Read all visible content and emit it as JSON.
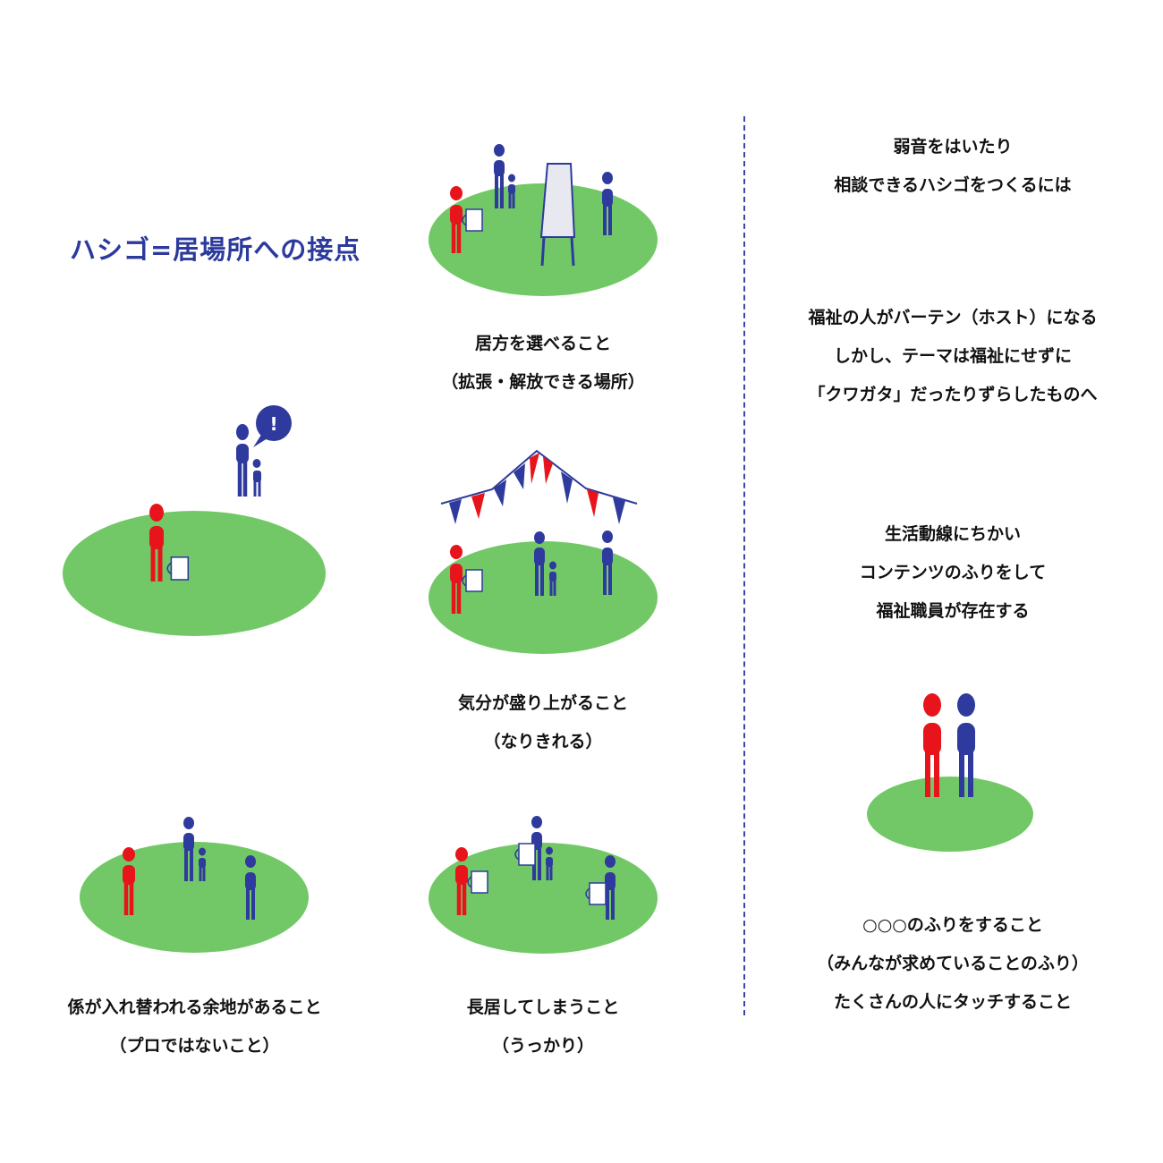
{
  "title": "ハシゴ=居場所への接点",
  "speech_mark": "!",
  "captions": {
    "choose_place": [
      "居方を選べること",
      "（拡張・解放できる場所）"
    ],
    "excitement": [
      "気分が盛り上がること",
      "（なりきれる）"
    ],
    "roles_swap": [
      "係が入れ替われる余地があること",
      "（プロではないこと）"
    ],
    "stay_long": [
      "長居してしまうこと",
      "（うっかり）"
    ],
    "pretend": [
      "○○○のふりをすること",
      "（みんなが求めていることのふり）",
      "たくさんの人にタッチすること"
    ]
  },
  "right_column": {
    "heading": [
      "弱音をはいたり",
      "相談できるハシゴをつくるには"
    ],
    "point1": [
      "福祉の人がバーテン（ホスト）になる",
      "しかし、テーマは福祉にせずに",
      "「クワガタ」だったりずらしたものへ"
    ],
    "point2": [
      "生活動線にちかい",
      "コンテンツのふりをして",
      "福祉職員が存在する"
    ]
  },
  "colors": {
    "grass": "#72c866",
    "red": "#e8141b",
    "blue": "#2e3a9d",
    "divider": "#3b46a8",
    "text": "#111111"
  }
}
